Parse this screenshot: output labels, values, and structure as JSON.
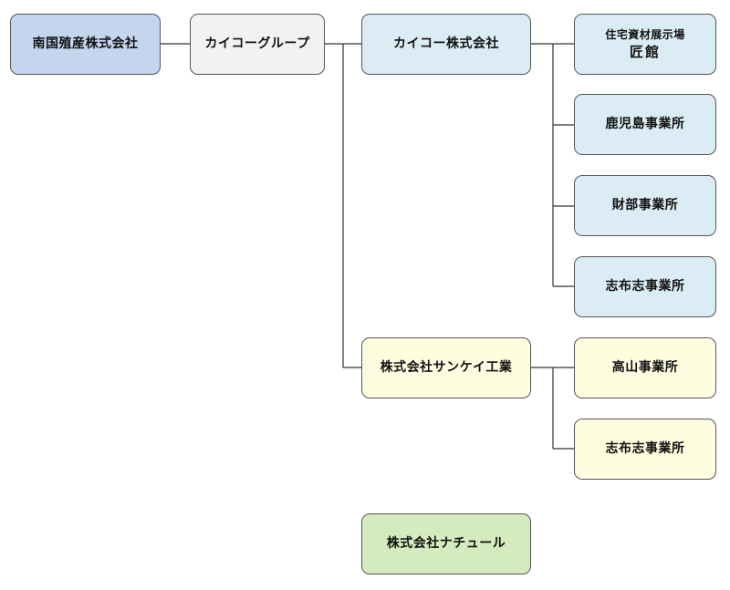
{
  "colors": {
    "blue": "#c5d5ee",
    "gray": "#f2f2f2",
    "lightblue": "#dbecf5",
    "yellow": "#fffde0",
    "green": "#d5ebbf",
    "line": "#333333"
  },
  "nodes": {
    "nangoku": {
      "label": "南国殖産株式会社"
    },
    "kaiko_group": {
      "label": "カイコーグループ"
    },
    "kaiko": {
      "label": "カイコー株式会社"
    },
    "takumi": {
      "line1": "住宅資材展示場",
      "line2": "匠館"
    },
    "kagoshima": {
      "label": "鹿児島事業所"
    },
    "takarabe": {
      "label": "財部事業所"
    },
    "shibushi1": {
      "label": "志布志事業所"
    },
    "sankei": {
      "label": "株式会社サンケイ工業"
    },
    "takayama": {
      "label": "高山事業所"
    },
    "shibushi2": {
      "label": "志布志事業所"
    },
    "nature": {
      "label": "株式会社ナチュール"
    }
  }
}
